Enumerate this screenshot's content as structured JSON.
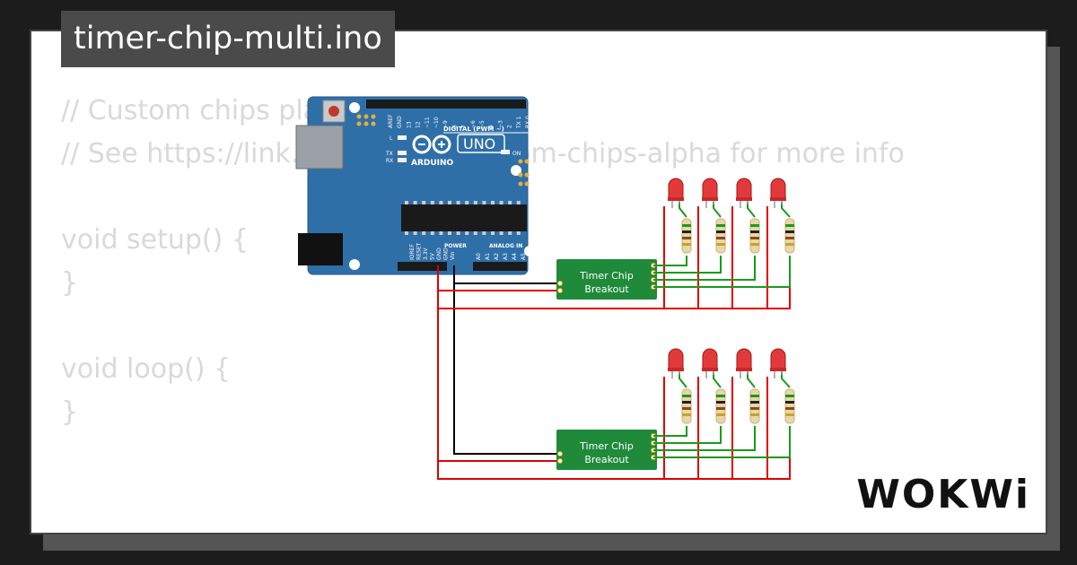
{
  "project": {
    "title": "timer-chip-multi.ino"
  },
  "code": {
    "lines": [
      "// Custom chips playground",
      "// See https://link.wokwi.com/custom-chips-alpha for more info",
      "",
      "void setup() {",
      "}",
      "",
      "void loop() {",
      "}"
    ]
  },
  "arduino": {
    "brand": "ARDUINO",
    "model": "UNO",
    "digital_header": "DIGITAL (PWM ~)",
    "power_label": "POWER",
    "analog_label": "ANALOG IN",
    "on_label": "ON",
    "tx_label": "TX",
    "rx_label": "RX",
    "l_label": "L",
    "digital_pins": [
      "AREF",
      "GND",
      "13",
      "12",
      "~11",
      "~10",
      "~9",
      "8",
      "7",
      "~6",
      "~5",
      "4",
      "~3",
      "2",
      "TX 1",
      "RX 0"
    ],
    "power_pins": [
      "IOREF",
      "RESET",
      "3.3V",
      "5V",
      "GND",
      "GND",
      "Vin"
    ],
    "analog_pins": [
      "A0",
      "A1",
      "A2",
      "A3",
      "A4",
      "A5"
    ]
  },
  "chips": [
    {
      "line1": "Timer Chip",
      "line2": "Breakout"
    },
    {
      "line1": "Timer Chip",
      "line2": "Breakout"
    }
  ],
  "brand": {
    "logo": "WOKWi"
  },
  "colors": {
    "board": "#2f6fa8",
    "chip": "#1f8a3a",
    "wire_red": "#e00000",
    "wire_green": "#1a9a1a",
    "wire_black": "#000000",
    "led": "#e23a3a"
  }
}
